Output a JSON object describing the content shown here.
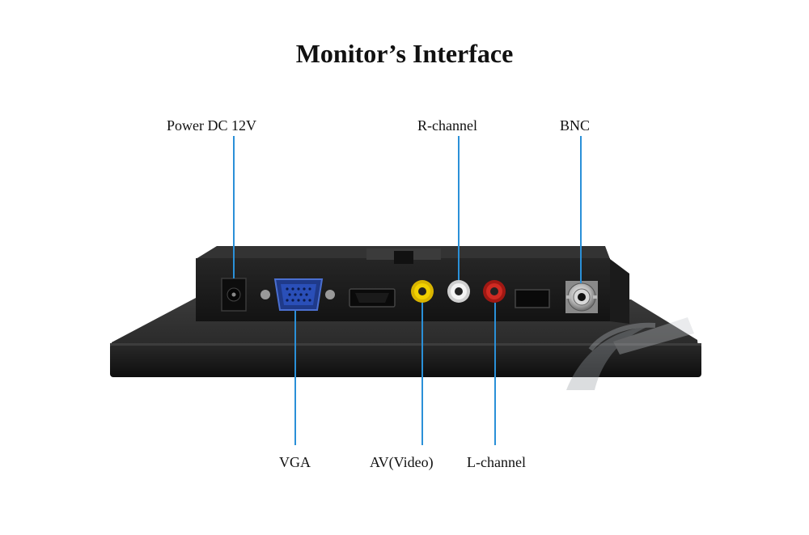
{
  "title": "Monitor’s Interface",
  "labels": {
    "power": "Power DC 12V",
    "r_channel": "R-channel",
    "bnc": "BNC",
    "vga": "VGA",
    "av_video": "AV(Video)",
    "l_channel": "L-channel"
  },
  "colors": {
    "leader_line": "#2a90d8",
    "device_body": "#1a1a1a",
    "rca_yellow": "#e6c200",
    "rca_white": "#e8e8e8",
    "rca_red": "#c0221c",
    "vga_blue": "#2a4fb8"
  },
  "watermark": {
    "icon": "logo-watermark"
  }
}
